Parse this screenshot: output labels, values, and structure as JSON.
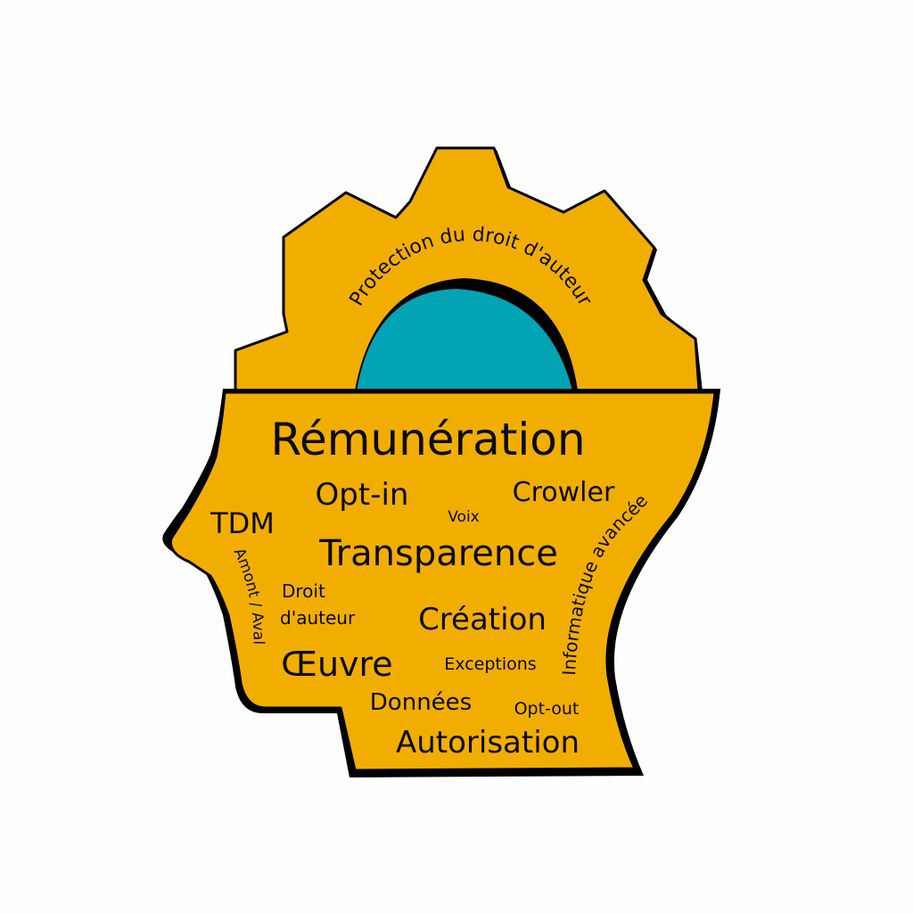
{
  "colors": {
    "background": "#fefefe",
    "fill": "#f2ae00",
    "outline": "#000000",
    "inner": "#00a4b4",
    "text": "#0a0a0a"
  },
  "gear": {
    "arc_label": "Protection du droit d'auteur"
  },
  "head": {
    "side_labels": {
      "left": "Amont / Aval",
      "right": "Informatique avancée"
    },
    "words": [
      {
        "id": "remuneration",
        "text": "Rémunération",
        "weight": 5
      },
      {
        "id": "opt-in",
        "text": "Opt-in",
        "weight": 3
      },
      {
        "id": "crowler",
        "text": "Crowler",
        "weight": 3
      },
      {
        "id": "tdm",
        "text": "TDM",
        "weight": 3
      },
      {
        "id": "voix",
        "text": "Voix",
        "weight": 1
      },
      {
        "id": "transparence",
        "text": "Transparence",
        "weight": 4
      },
      {
        "id": "droit",
        "text": "Droit",
        "weight": 2
      },
      {
        "id": "dauteur",
        "text": "d'auteur",
        "weight": 2
      },
      {
        "id": "creation",
        "text": "Création",
        "weight": 3
      },
      {
        "id": "oeuvre",
        "text": "Œuvre",
        "weight": 3
      },
      {
        "id": "exceptions",
        "text": "Exceptions",
        "weight": 1
      },
      {
        "id": "donnees",
        "text": "Données",
        "weight": 2
      },
      {
        "id": "opt-out",
        "text": "Opt-out",
        "weight": 1
      },
      {
        "id": "autorisation",
        "text": "Autorisation",
        "weight": 3
      }
    ]
  }
}
